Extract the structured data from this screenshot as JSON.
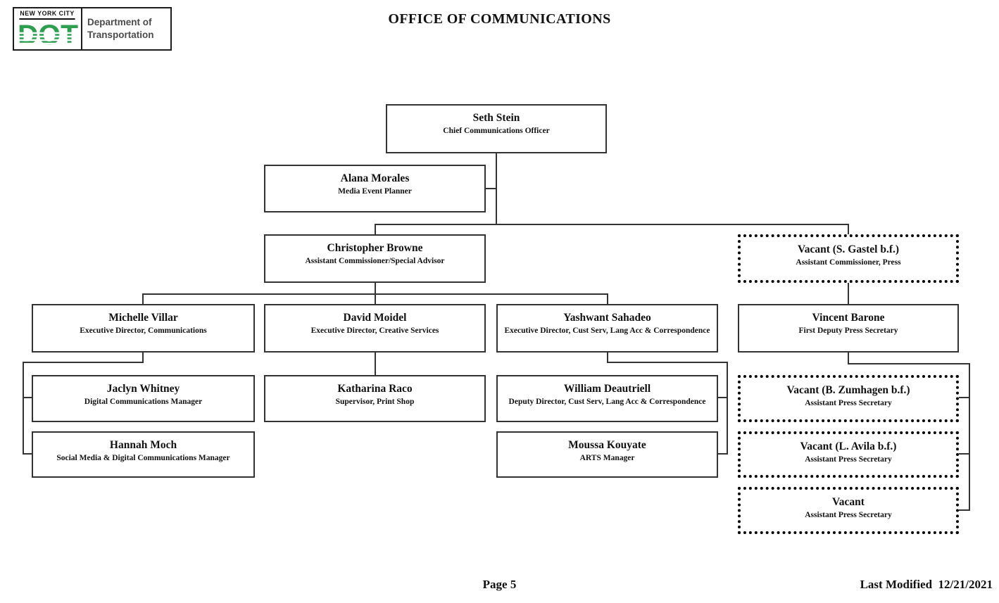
{
  "header": {
    "logo": {
      "top_text": "NEW YORK CITY",
      "acronym": "DOT",
      "dept_line1": "Department of",
      "dept_line2": "Transportation",
      "green": "#2E9E50"
    },
    "title": "OFFICE OF COMMUNICATIONS"
  },
  "nodes": [
    {
      "name": "Seth Stein",
      "title": "Chief Communications Officer",
      "vacant": false
    },
    {
      "name": "Alana Morales",
      "title": "Media Event Planner",
      "vacant": false
    },
    {
      "name": "Christopher Browne",
      "title": "Assistant Commissioner/Special Advisor",
      "vacant": false
    },
    {
      "name": "Vacant (S. Gastel b.f.)",
      "title": "Assistant Commissioner, Press",
      "vacant": true
    },
    {
      "name": "Michelle Villar",
      "title": "Executive Director, Communications",
      "vacant": false
    },
    {
      "name": "David Moidel",
      "title": "Executive Director, Creative Services",
      "vacant": false
    },
    {
      "name": "Yashwant Sahadeo",
      "title": "Executive Director, Cust Serv, Lang Acc & Correspondence",
      "vacant": false
    },
    {
      "name": "Vincent Barone",
      "title": "First Deputy Press Secretary",
      "vacant": false
    },
    {
      "name": "Jaclyn Whitney",
      "title": "Digital Communications Manager",
      "vacant": false
    },
    {
      "name": "Katharina Raco",
      "title": "Supervisor, Print Shop",
      "vacant": false
    },
    {
      "name": "William Deautriell",
      "title": "Deputy Director, Cust Serv, Lang Acc & Correspondence",
      "vacant": false
    },
    {
      "name": "Vacant (B. Zumhagen b.f.)",
      "title": "Assistant Press Secretary",
      "vacant": true
    },
    {
      "name": "Hannah Moch",
      "title": "Social Media & Digital Communications Manager",
      "vacant": false
    },
    {
      "name": "Moussa Kouyate",
      "title": "ARTS Manager",
      "vacant": false
    },
    {
      "name": "Vacant (L. Avila b.f.)",
      "title": "Assistant Press Secretary",
      "vacant": true
    },
    {
      "name": "Vacant",
      "title": "Assistant Press Secretary",
      "vacant": true
    }
  ],
  "footer": {
    "page": "Page 5",
    "last_modified": "Last Modified  12/21/2021"
  }
}
